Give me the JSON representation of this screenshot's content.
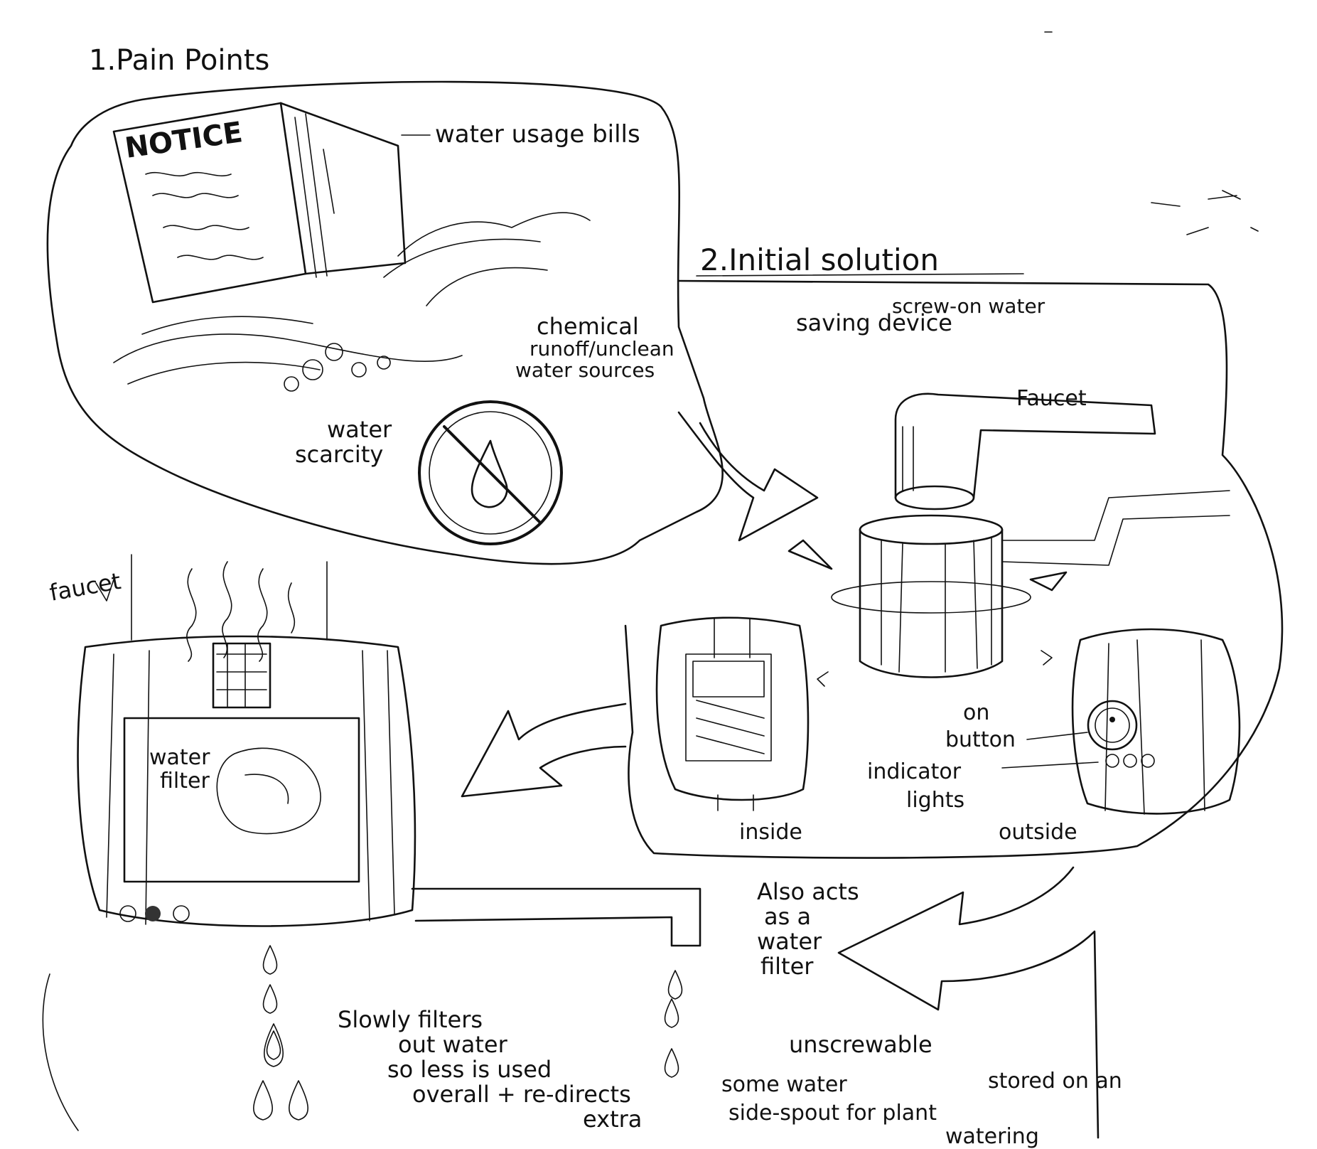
{
  "sections": {
    "pain_points": {
      "title": "1.Pain Points"
    },
    "initial_solution": {
      "title": "2.Initial solution"
    }
  },
  "pain_points": {
    "notice_heading": "NOTICE",
    "water_usage_bills": "water usage bills",
    "chemical_runoff": [
      "chemical",
      "runoff/unclean",
      "water sources"
    ],
    "water_scarcity": [
      "water",
      "scarcity"
    ]
  },
  "solution": {
    "device_title": [
      "screw-on water",
      "saving device"
    ],
    "faucet_label": "Faucet",
    "on_button": [
      "on",
      "button"
    ],
    "indicator_lights": [
      "indicator",
      "lights"
    ],
    "inside_label": "inside",
    "outside_label": "outside"
  },
  "filter_view": {
    "faucet_label": "faucet",
    "water_filter": [
      "water",
      "filter"
    ],
    "slowly_filters": [
      "Slowly filters",
      "out water",
      "so less is used",
      "overall + re-directs",
      "extra"
    ],
    "also_acts": [
      "Also acts",
      "as a",
      "water",
      "filter"
    ],
    "unscrewable": "unscrewable",
    "water_spout": [
      "some water",
      "stored on an",
      "side-spout for plant",
      "watering"
    ]
  }
}
